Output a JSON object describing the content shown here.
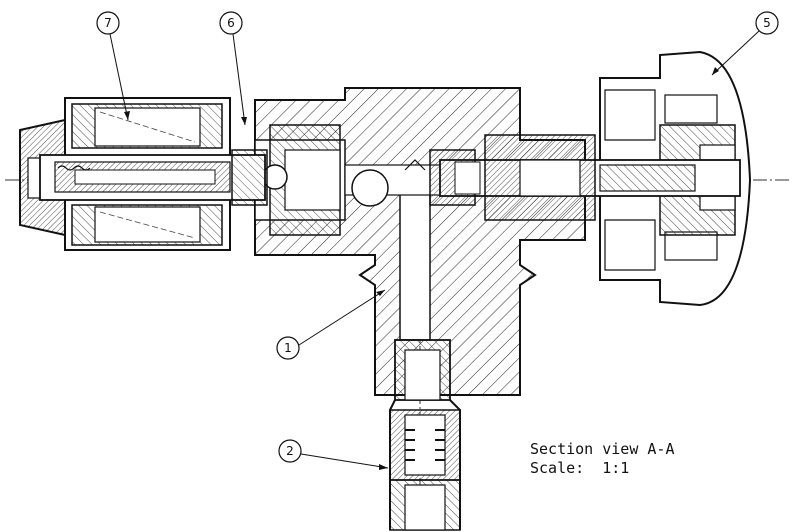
{
  "drawing": {
    "title": "Section view A-A",
    "scale_label": "Scale:",
    "scale_value": "1:1"
  },
  "balloons": [
    {
      "id": "b1",
      "label": "1"
    },
    {
      "id": "b2",
      "label": "2"
    },
    {
      "id": "b5",
      "label": "5"
    },
    {
      "id": "b6",
      "label": "6"
    },
    {
      "id": "b7",
      "label": "7"
    }
  ],
  "colors": {
    "ink": "#111111",
    "paper": "#ffffff"
  }
}
